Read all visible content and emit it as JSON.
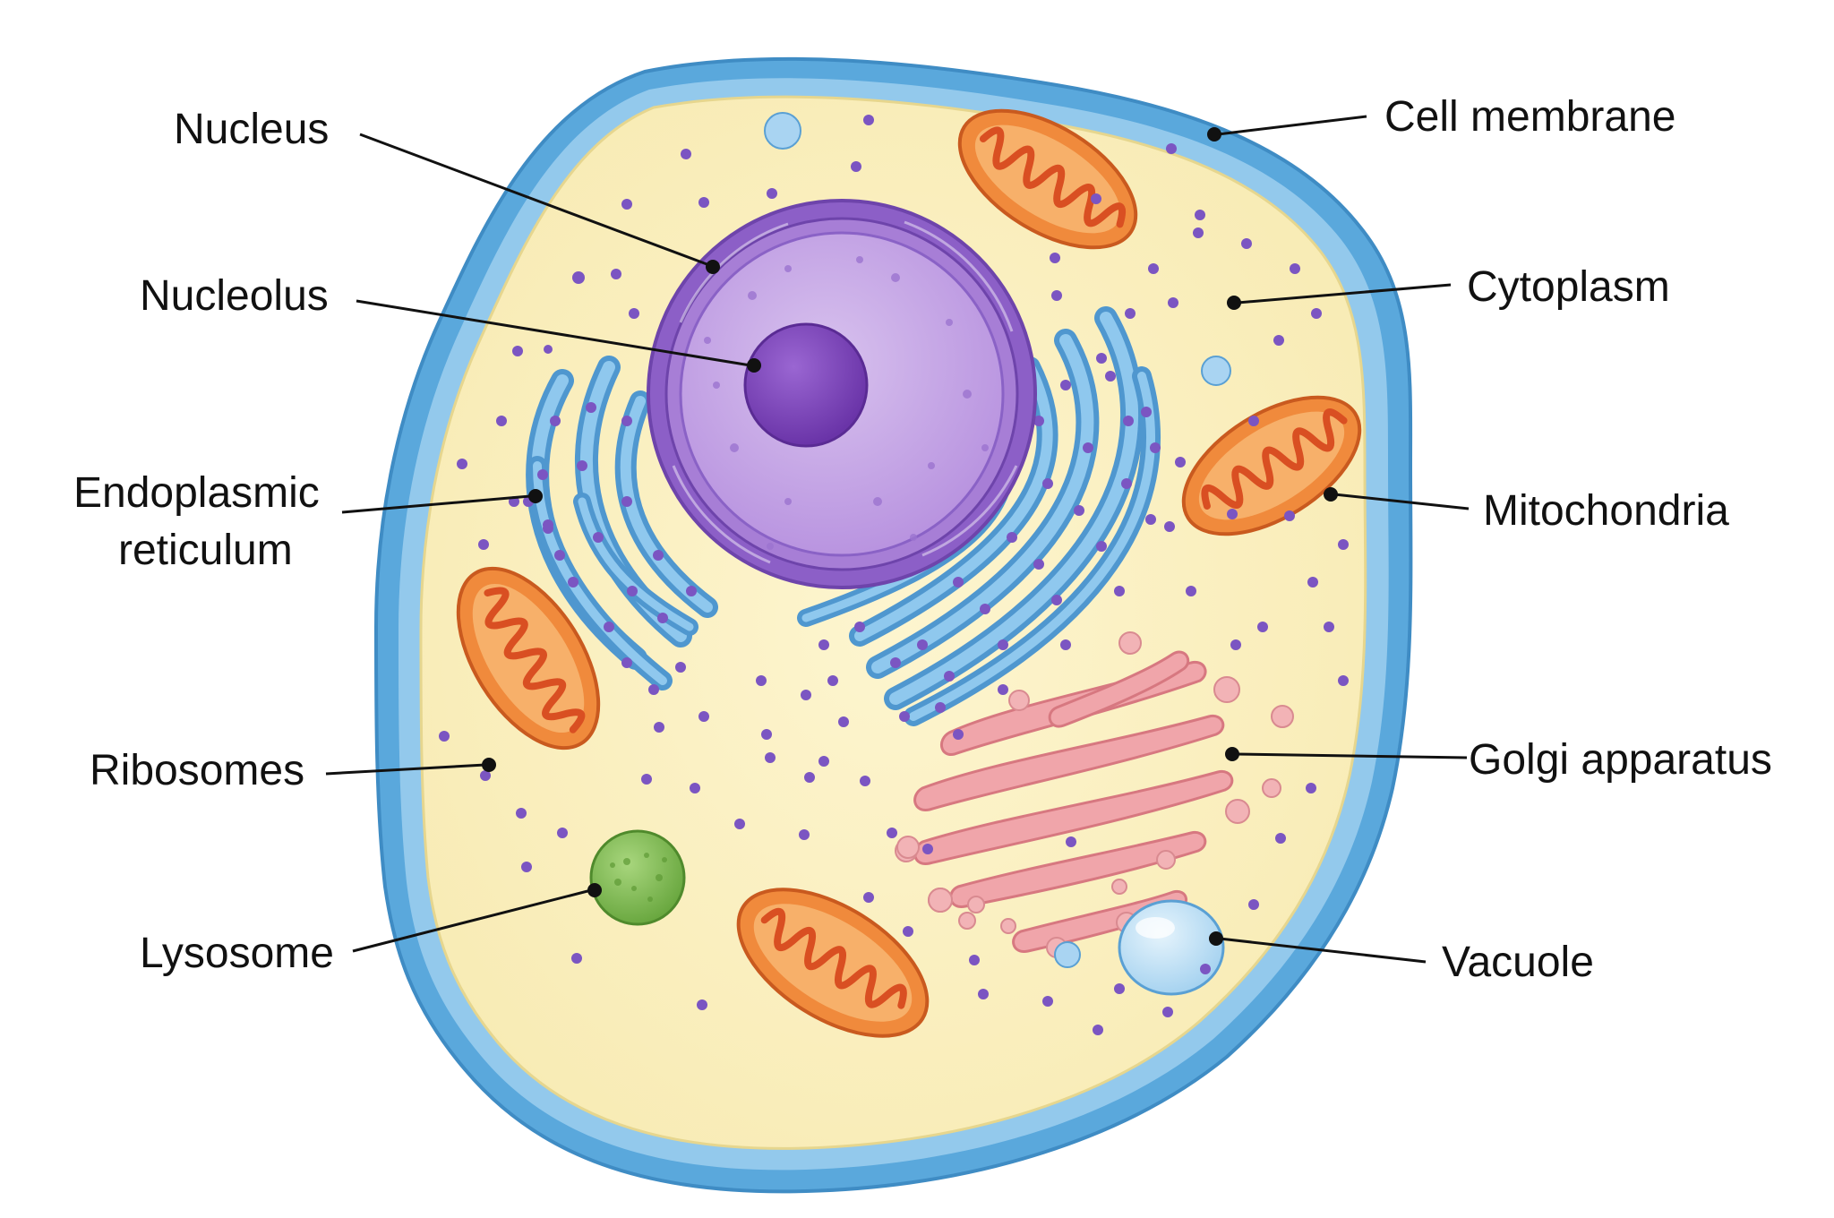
{
  "diagram": {
    "labels": {
      "nucleus": "Nucleus",
      "nucleolus": "Nucleolus",
      "er_line1": "Endoplasmic",
      "er_line2": "reticulum",
      "ribosomes": "Ribosomes",
      "lysosome": "Lysosome",
      "cell_membrane": "Cell membrane",
      "cytoplasm": "Cytoplasm",
      "mitochondria": "Mitochondria",
      "golgi": "Golgi apparatus",
      "vacuole": "Vacuole"
    },
    "colors": {
      "membrane": "#5aa8dc",
      "membrane_inner": "#8fc6ec",
      "cytoplasm": "#fbf0bf",
      "nucleus_envelope": "#8c5fc7",
      "nucleus_fill": "#c7a9e6",
      "nucleolus": "#7c44b8",
      "er": "#6aafe0",
      "ribosome": "#7b55c2",
      "mitochondria_outer": "#f08a3c",
      "mitochondria_inner": "#e3622b",
      "golgi": "#f0a5aa",
      "lysosome": "#8cc360",
      "vacuole": "#bfe0f5",
      "text": "#111111"
    }
  }
}
